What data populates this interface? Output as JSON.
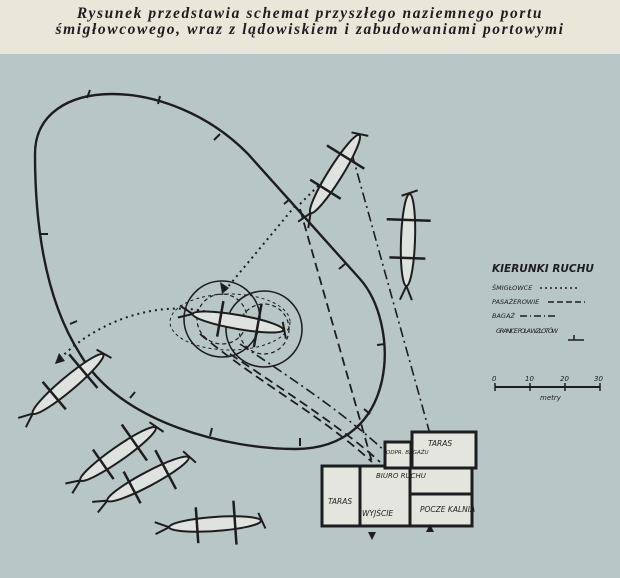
{
  "caption": {
    "line1": "Rysunek przedstawia schemat przyszłego naziemnego portu",
    "line2": "śmigłowcowego, wraz z lądowiskiem i zabudowaniami portowymi"
  },
  "legend": {
    "title": "KIERUNKI RUCHU",
    "items": [
      {
        "label": "ŚMIGŁOWCE",
        "style": "dotted"
      },
      {
        "label": "PASAŻEROWIE",
        "style": "dashed"
      },
      {
        "label": "BAGAŻ",
        "style": "dash-dot"
      },
      {
        "label": "GRANICE POLA WZLOTÓW",
        "style": "boundary"
      }
    ],
    "scale": {
      "ticks": [
        "0",
        "10",
        "20",
        "30"
      ],
      "unit": "metry"
    }
  },
  "buildings": {
    "taras_left": "TARAS",
    "wyjscie": "WYJŚCIE",
    "biuro_ruchu": "BIURO RUCHU",
    "odpr_bagazu": "ODPR. BAGAŻU",
    "taras_right": "TARAS",
    "poczekalnia": "POCZE KALNIA"
  },
  "colors": {
    "paper": "#e9e6da",
    "plate": "#b8c7c6",
    "ink": "#1d1d1f"
  }
}
